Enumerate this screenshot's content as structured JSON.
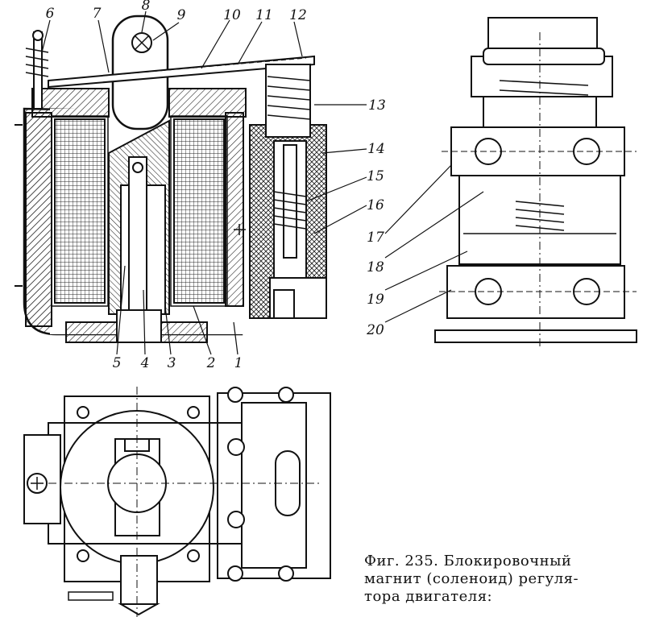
{
  "labels": {
    "l1": "1",
    "l2": "2",
    "l3": "3",
    "l4": "4",
    "l5": "5",
    "l6": "6",
    "l7": "7",
    "l8": "8",
    "l9": "9",
    "l10": "10",
    "l11": "11",
    "l12": "12",
    "l13": "13",
    "l14": "14",
    "l15": "15",
    "l16": "16",
    "l17": "17",
    "l18": "18",
    "l19": "19",
    "l20": "20"
  },
  "caption": {
    "line1": "Фиг. 235. Блокировочный",
    "line2": "магнит (соленоид) регуля-",
    "line3": "тора двигателя:"
  }
}
